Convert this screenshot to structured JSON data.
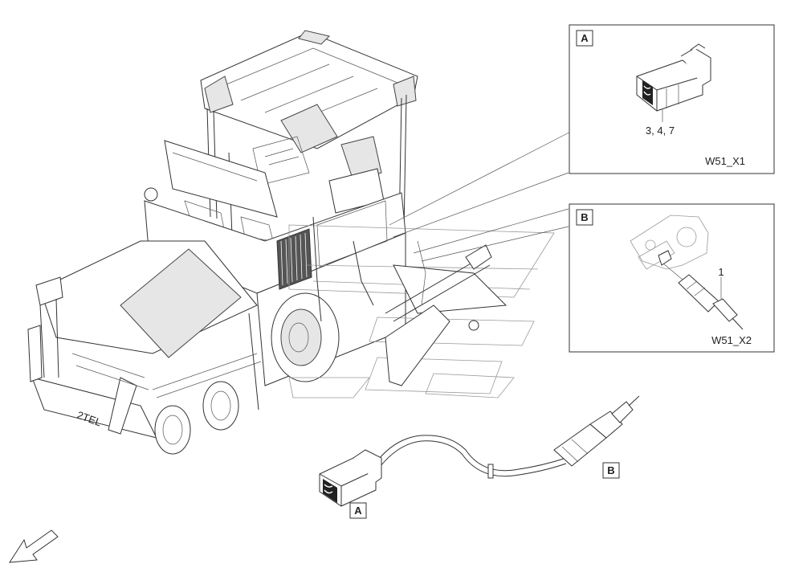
{
  "detail_a": {
    "tag": "A",
    "pins": "3, 4, 7",
    "connector": "W51_X1"
  },
  "detail_b": {
    "tag": "B",
    "pin": "1",
    "connector": "W51_X2"
  },
  "cable": {
    "tag_a": "A",
    "tag_b": "B"
  }
}
